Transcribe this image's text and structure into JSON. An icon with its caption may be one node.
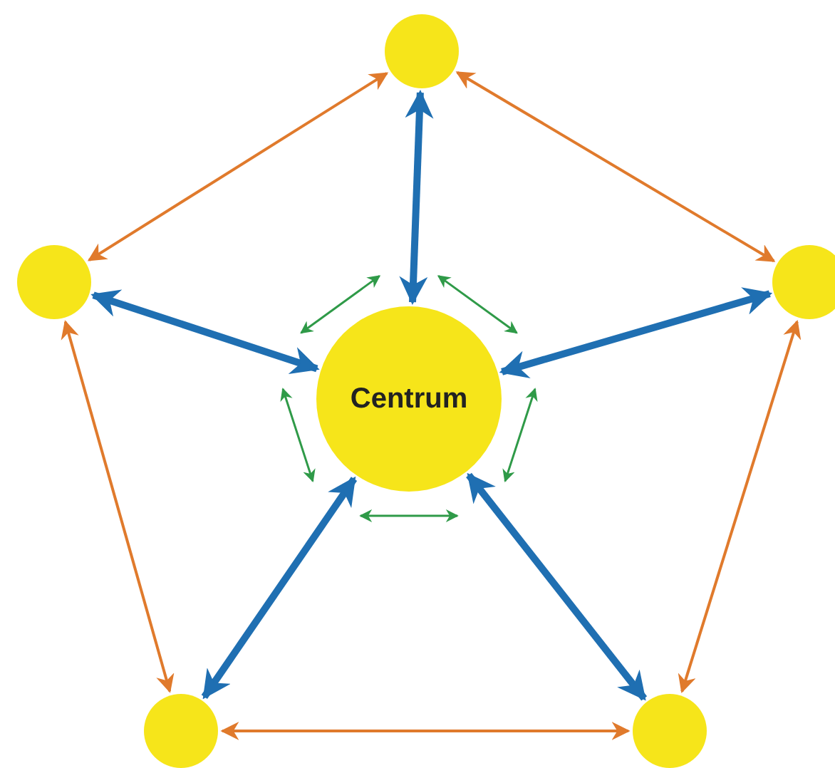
{
  "diagram": {
    "nodes": [
      {
        "text": [
          "Centrum"
        ]
      },
      {
        "text": [],
        "shape": "circle"
      },
      {
        "text": [],
        "shape": "circle"
      },
      {
        "text": [],
        "shape": "circle"
      },
      {
        "text": [],
        "shape": "circle"
      },
      {
        "text": [],
        "shape": "circle"
      }
    ],
    "edges": [
      {
        "from": 1,
        "to": 0,
        "arrow": "both",
        "style": "thick",
        "color": "#1f6fb2"
      },
      {
        "from": 2,
        "to": 0,
        "arrow": "both",
        "style": "thick",
        "color": "#1f6fb2"
      },
      {
        "from": 3,
        "to": 0,
        "arrow": "both",
        "style": "thick",
        "color": "#1f6fb2"
      },
      {
        "from": 4,
        "to": 0,
        "arrow": "both",
        "style": "thick",
        "color": "#1f6fb2"
      },
      {
        "from": 5,
        "to": 0,
        "arrow": "both",
        "style": "thick",
        "color": "#1f6fb2"
      },
      {
        "from": 1,
        "to": 2,
        "arrow": "both",
        "color": "#e07a2c"
      },
      {
        "from": 1,
        "to": 3,
        "arrow": "both",
        "color": "#e07a2c"
      },
      {
        "from": 2,
        "to": 4,
        "arrow": "both",
        "color": "#e07a2c"
      },
      {
        "from": 3,
        "to": 5,
        "arrow": "both",
        "color": "#e07a2c"
      },
      {
        "from": 4,
        "to": 5,
        "arrow": "both",
        "color": "#e07a2c"
      }
    ]
  }
}
